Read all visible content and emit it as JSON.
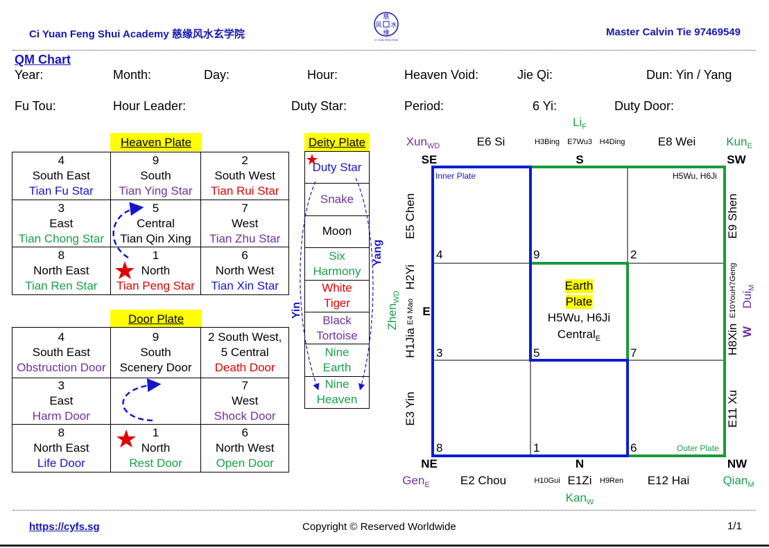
{
  "header": {
    "academy": "Ci Yuan Feng Shui Academy 慈缘风水玄学院",
    "logo_text": "慈 风 水 缘 CI YUAN FENG SHUI ACADEMY",
    "master": "Master Calvin Tie 97469549"
  },
  "title": "QM Chart",
  "fields_row1": [
    "Year:",
    "Month:",
    "Day:",
    "Hour:",
    "Heaven Void:",
    "Jie Qi:",
    "Dun: Yin / Yang"
  ],
  "fields_row2": [
    "Fu Tou:",
    "Hour Leader:",
    "Duty Star:",
    "Period:",
    "6 Yi:",
    "Duty Door:"
  ],
  "colors": {
    "blue": "#1616c8",
    "green": "#16a04a",
    "purple": "#7030a0",
    "red": "#e00000",
    "inner_plate": "#0a1ed2",
    "outer_plate": "#1a9a3a"
  },
  "heaven_plate": {
    "title": "Heaven Plate",
    "cells": [
      {
        "lines": [
          {
            "t": "4",
            "c": "k"
          },
          {
            "t": "South East",
            "c": "k"
          },
          {
            "t": "Tian Fu Star",
            "c": "blue"
          }
        ]
      },
      {
        "lines": [
          {
            "t": "9",
            "c": "k"
          },
          {
            "t": "South",
            "c": "k"
          },
          {
            "t": "Tian Ying Star",
            "c": "purple"
          }
        ]
      },
      {
        "lines": [
          {
            "t": "2",
            "c": "k"
          },
          {
            "t": "South West",
            "c": "k"
          },
          {
            "t": "Tian Rui Star",
            "c": "red"
          }
        ]
      },
      {
        "lines": [
          {
            "t": "3",
            "c": "k"
          },
          {
            "t": "East",
            "c": "k"
          },
          {
            "t": "Tian Chong Star",
            "c": "green"
          }
        ]
      },
      {
        "lines": [
          {
            "t": "5",
            "c": "k"
          },
          {
            "t": "Central",
            "c": "k"
          },
          {
            "t": "Tian Qin Xing",
            "c": "k"
          }
        ]
      },
      {
        "lines": [
          {
            "t": "7",
            "c": "k"
          },
          {
            "t": "West",
            "c": "k"
          },
          {
            "t": "Tian Zhu Star",
            "c": "purple"
          }
        ]
      },
      {
        "lines": [
          {
            "t": "8",
            "c": "k"
          },
          {
            "t": "North East",
            "c": "k"
          },
          {
            "t": "Tian Ren Star",
            "c": "green"
          }
        ]
      },
      {
        "lines": [
          {
            "t": "1",
            "c": "k"
          },
          {
            "t": "North",
            "c": "k"
          },
          {
            "t": "Tian Peng Star",
            "c": "red"
          }
        ]
      },
      {
        "lines": [
          {
            "t": "6",
            "c": "k"
          },
          {
            "t": "North West",
            "c": "k"
          },
          {
            "t": "Tian Xin Star",
            "c": "blue"
          }
        ]
      }
    ]
  },
  "door_plate": {
    "title": "Door Plate",
    "cells": [
      {
        "lines": [
          {
            "t": "4",
            "c": "k"
          },
          {
            "t": "South East",
            "c": "k"
          },
          {
            "t": "Obstruction Door",
            "c": "purple"
          }
        ]
      },
      {
        "lines": [
          {
            "t": "9",
            "c": "k"
          },
          {
            "t": "South",
            "c": "k"
          },
          {
            "t": "Scenery Door",
            "c": "k"
          }
        ]
      },
      {
        "lines": [
          {
            "t": "2 South West,",
            "c": "k"
          },
          {
            "t": "5 Central",
            "c": "k"
          },
          {
            "t": "Death Door",
            "c": "red"
          }
        ]
      },
      {
        "lines": [
          {
            "t": "3",
            "c": "k"
          },
          {
            "t": "East",
            "c": "k"
          },
          {
            "t": "Harm Door",
            "c": "purple"
          }
        ]
      },
      {
        "lines": []
      },
      {
        "lines": [
          {
            "t": "7",
            "c": "k"
          },
          {
            "t": "West",
            "c": "k"
          },
          {
            "t": "Shock Door",
            "c": "purple"
          }
        ]
      },
      {
        "lines": [
          {
            "t": "8",
            "c": "k"
          },
          {
            "t": "North East",
            "c": "k"
          },
          {
            "t": "Life Door",
            "c": "blue"
          }
        ]
      },
      {
        "lines": [
          {
            "t": "1",
            "c": "k"
          },
          {
            "t": "North",
            "c": "k"
          },
          {
            "t": "Rest Door",
            "c": "green"
          }
        ]
      },
      {
        "lines": [
          {
            "t": "6",
            "c": "k"
          },
          {
            "t": "North West",
            "c": "k"
          },
          {
            "t": "Open Door",
            "c": "green"
          }
        ]
      }
    ]
  },
  "deity_plate": {
    "title": "Deity Plate",
    "yin": "Yin",
    "yang": "Yang",
    "items": [
      {
        "lines": [
          "Duty Star"
        ],
        "c": "blue"
      },
      {
        "lines": [
          "Snake"
        ],
        "c": "purple"
      },
      {
        "lines": [
          "Moon"
        ],
        "c": "k"
      },
      {
        "lines": [
          "Six",
          "Harmony"
        ],
        "c": "green"
      },
      {
        "lines": [
          "White",
          "Tiger"
        ],
        "c": "red"
      },
      {
        "lines": [
          "Black",
          "Tortoise"
        ],
        "c": "purple"
      },
      {
        "lines": [
          "Nine",
          "Earth"
        ],
        "c": "green"
      },
      {
        "lines": [
          "Nine",
          "Heaven"
        ],
        "c": "green"
      }
    ]
  },
  "earth_plate": {
    "inner_label": "Inner Plate",
    "outer_label": "Outer Plate",
    "sw_note": "H5Wu, H6Ji",
    "palace_numbers": [
      "4",
      "9",
      "2",
      "3",
      "5",
      "7",
      "8",
      "1",
      "6"
    ],
    "center": {
      "l1": "Earth",
      "l2": "Plate",
      "l3": "H5Wu, H6Ji",
      "l4": "Central",
      "l4_sub": "E"
    },
    "top": {
      "li": "Li",
      "li_sub": "F",
      "xun": "Xun",
      "xun_sub": "WD",
      "e6": "E6 Si",
      "h3": "H3Bing",
      "e7": "E7Wu3",
      "h4": "H4Ding",
      "e8": "E8 Wei",
      "kun": "Kun",
      "kun_sub": "E",
      "se": "SE",
      "s": "S",
      "sw": "SW"
    },
    "bottom": {
      "ne": "NE",
      "n": "N",
      "nw": "NW",
      "gen": "Gen",
      "gen_sub": "E",
      "e2": "E2 Chou",
      "h10": "H10Gui",
      "e1": "E1Zi",
      "h9": "H9Ren",
      "e12": "E12 Hai",
      "qian": "Qian",
      "qian_sub": "M",
      "kan": "Kan",
      "kan_sub": "W"
    },
    "left": {
      "e5": "E5 Chen",
      "h2": "H2Yi",
      "e4": "E4 Mao",
      "h1": "H1Jia",
      "e3": "E3 Yin",
      "zhen": "Zhen",
      "zhen_sub": "WD",
      "e": "E"
    },
    "right": {
      "e9": "E9 Shen",
      "h7": "H7Geng",
      "e10": "E10You",
      "h8": "H8Xin",
      "e11": "E11 Xu",
      "dui": "Dui",
      "dui_sub": "M",
      "w": "W"
    }
  },
  "footer": {
    "link": "https://cyfs.sg",
    "copyright": "Copyright © Reserved Worldwide",
    "page": "1/1"
  }
}
